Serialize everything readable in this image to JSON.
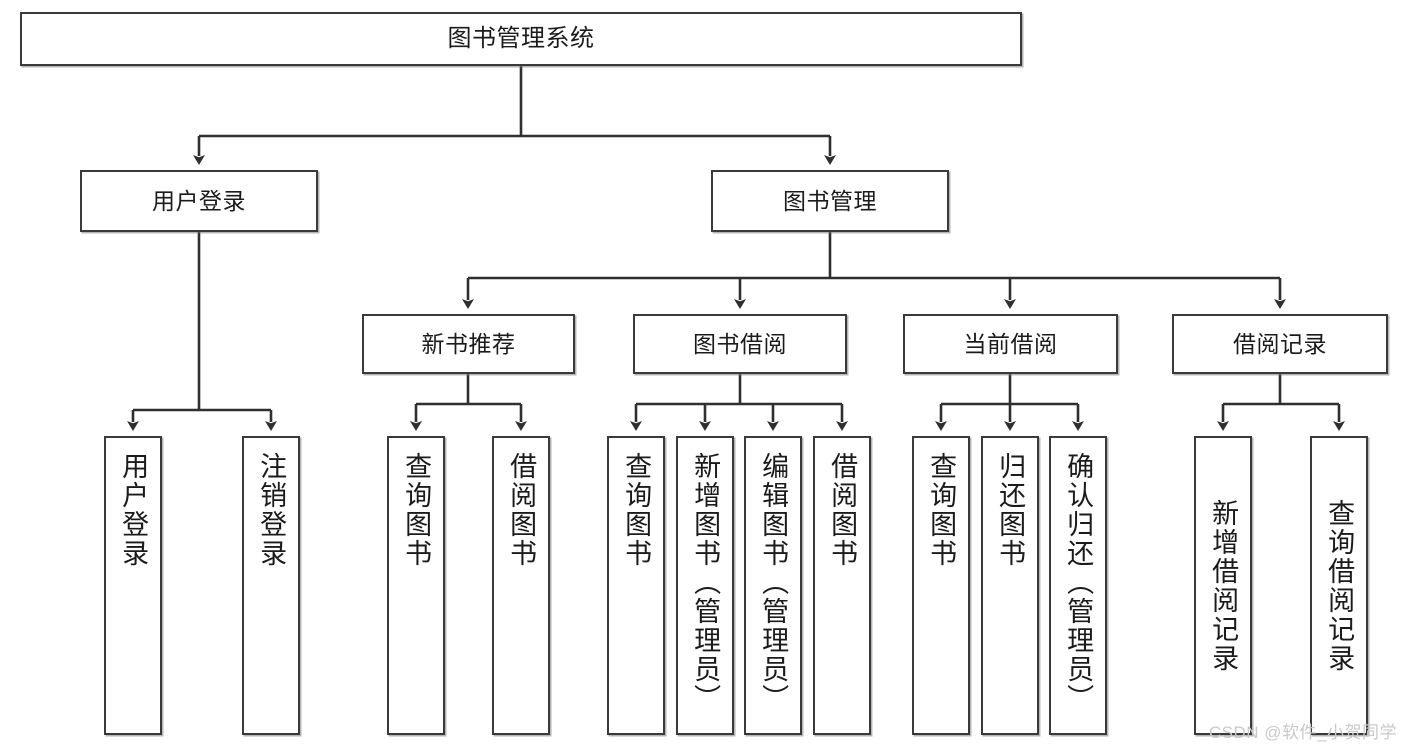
{
  "diagram": {
    "title": "图书管理系统",
    "type": "hierarchy-tree",
    "colors": {
      "box_border": "#3a3a3a",
      "box_fill": "#ffffff",
      "edge": "#2f2f2f",
      "text": "#1b1b1b",
      "watermark": "#c9c9c9"
    },
    "nodes": {
      "root": {
        "label": "图书管理系统",
        "orientation": "horizontal"
      },
      "level2": [
        {
          "id": "user-login",
          "label": "用户登录",
          "orientation": "horizontal"
        },
        {
          "id": "book-manage",
          "label": "图书管理",
          "orientation": "horizontal"
        }
      ],
      "level3": [
        {
          "id": "new-book-recommend",
          "label": "新书推荐",
          "orientation": "horizontal"
        },
        {
          "id": "book-borrow",
          "label": "图书借阅",
          "orientation": "horizontal"
        },
        {
          "id": "current-borrow",
          "label": "当前借阅",
          "orientation": "horizontal"
        },
        {
          "id": "borrow-record",
          "label": "借阅记录",
          "orientation": "horizontal"
        }
      ],
      "leaves": [
        {
          "id": "leaf-user-login",
          "label": "用户登录",
          "parent": "user-login",
          "orientation": "vertical"
        },
        {
          "id": "leaf-logout-login",
          "label": "注销登录",
          "parent": "user-login",
          "orientation": "vertical"
        },
        {
          "id": "leaf-query-book-1",
          "label": "查询图书",
          "parent": "new-book-recommend",
          "orientation": "vertical"
        },
        {
          "id": "leaf-borrow-book-1",
          "label": "借阅图书",
          "parent": "new-book-recommend",
          "orientation": "vertical"
        },
        {
          "id": "leaf-query-book-2",
          "label": "查询图书",
          "parent": "book-borrow",
          "orientation": "vertical"
        },
        {
          "id": "leaf-add-book",
          "label": "新增图书（管理员）",
          "parent": "book-borrow",
          "orientation": "vertical"
        },
        {
          "id": "leaf-edit-book",
          "label": "编辑图书（管理员）",
          "parent": "book-borrow",
          "orientation": "vertical"
        },
        {
          "id": "leaf-borrow-book-2",
          "label": "借阅图书",
          "parent": "book-borrow",
          "orientation": "vertical"
        },
        {
          "id": "leaf-query-book-3",
          "label": "查询图书",
          "parent": "current-borrow",
          "orientation": "vertical"
        },
        {
          "id": "leaf-return-book",
          "label": "归还图书",
          "parent": "current-borrow",
          "orientation": "vertical"
        },
        {
          "id": "leaf-confirm-return",
          "label": "确认归还（管理员）",
          "parent": "current-borrow",
          "orientation": "vertical"
        },
        {
          "id": "leaf-add-record",
          "label": "新增借阅记录",
          "parent": "borrow-record",
          "orientation": "vertical"
        },
        {
          "id": "leaf-query-record",
          "label": "查询借阅记录",
          "parent": "borrow-record",
          "orientation": "vertical"
        }
      ]
    },
    "watermark": "CSDN @软件_小贺同学"
  }
}
